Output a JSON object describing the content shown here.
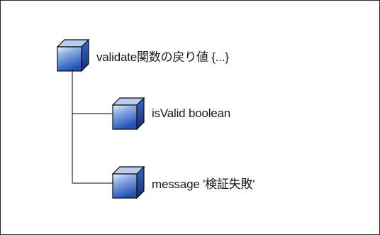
{
  "tree": {
    "root": {
      "label": "validate関数の戻り値 {...}",
      "icon": "cube-icon"
    },
    "children": [
      {
        "label": "isValid boolean",
        "icon": "cube-icon"
      },
      {
        "label": "message '検証失敗'",
        "icon": "cube-icon"
      }
    ]
  },
  "colors": {
    "cube_front_top": "#dfe8f7",
    "cube_front_bottom": "#2b5fc2",
    "cube_top": "#a9c2ec",
    "cube_side": "#1c3f8f",
    "outline": "#0a0a0a",
    "connector": "#000000"
  }
}
